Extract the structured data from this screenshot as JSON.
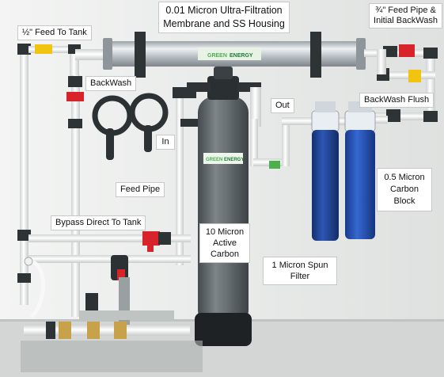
{
  "labels": {
    "membrane": [
      "0.01 Micron Ultra-Filtration",
      "Membrane and SS Housing"
    ],
    "feed_to_tank": "½\" Feed To Tank",
    "feed_pipe_initial_backwash": [
      "¾\" Feed Pipe &",
      "Initial BackWash"
    ],
    "backwash": "BackWash",
    "in": "In",
    "out": "Out",
    "backwash_flush": "BackWash Flush",
    "feed_pipe": "Feed Pipe",
    "carbon_block": [
      "0.5 Micron",
      "Carbon",
      "Block"
    ],
    "bypass": "Bypass Direct To Tank",
    "active_carbon": [
      "10 Micron",
      "Active",
      "Carbon"
    ],
    "spun_filter": [
      "1 Micron Spun",
      "Filter"
    ]
  },
  "brand_text": [
    "GREEN",
    "ENERGY"
  ],
  "colors": {
    "wall": "#e9ebea",
    "pipe": "#f4f6f4",
    "fitting": "#2e3436",
    "steel": "#c9ced2",
    "tank": "#5d6468",
    "filter_blue": "#1f3f8f",
    "valve_red": "#d8232a",
    "valve_yellow": "#f1c40f",
    "brand_green": "#4caf50"
  }
}
